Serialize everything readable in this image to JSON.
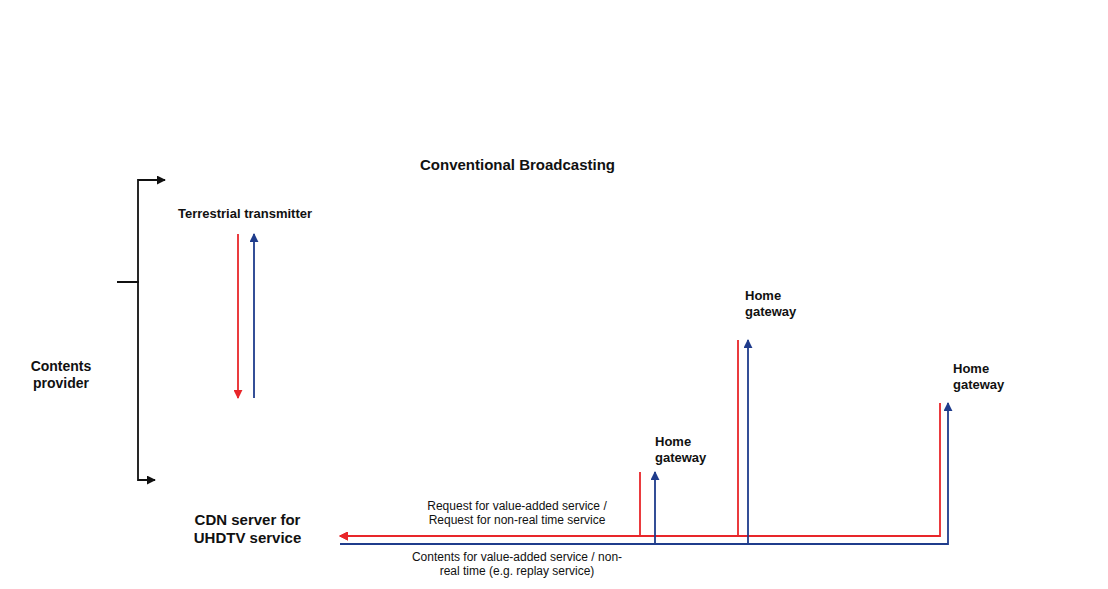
{
  "diagram": {
    "nodes": [
      {
        "text": [
          "Contents provider"
        ]
      },
      {
        "text": [
          "Terrestrial transmitter"
        ]
      },
      {
        "text": [
          "CDN server for UHDTV service"
        ]
      },
      {
        "text": [
          "Conventional Broadcasting"
        ]
      },
      {
        "text": [
          "Home gateway"
        ],
        "in": 3
      },
      {
        "text": [
          "Home gateway"
        ],
        "in": 3
      },
      {
        "text": [
          "Home gateway"
        ],
        "in": 3
      }
    ],
    "edges": [
      {
        "from": 0,
        "to": 1,
        "arrow": "to"
      },
      {
        "from": 0,
        "to": 2,
        "arrow": "to"
      },
      {
        "from": 1,
        "to": 2,
        "arrow": "to"
      },
      {
        "from": 2,
        "to": 1,
        "arrow": "to"
      },
      {
        "from": 4,
        "to": 2,
        "arrow": "to"
      },
      {
        "from": 5,
        "to": 2,
        "arrow": "to"
      },
      {
        "from": 6,
        "to": 2,
        "arrow": "to",
        "label": "Request for value-added service / Request for non-real time service"
      },
      {
        "from": 2,
        "to": 4,
        "arrow": "to"
      },
      {
        "from": 2,
        "to": 5,
        "arrow": "to"
      },
      {
        "from": 2,
        "to": 6,
        "arrow": "to",
        "label": "Contents for value-added service / non-real time (e.g. replay service)"
      }
    ]
  }
}
